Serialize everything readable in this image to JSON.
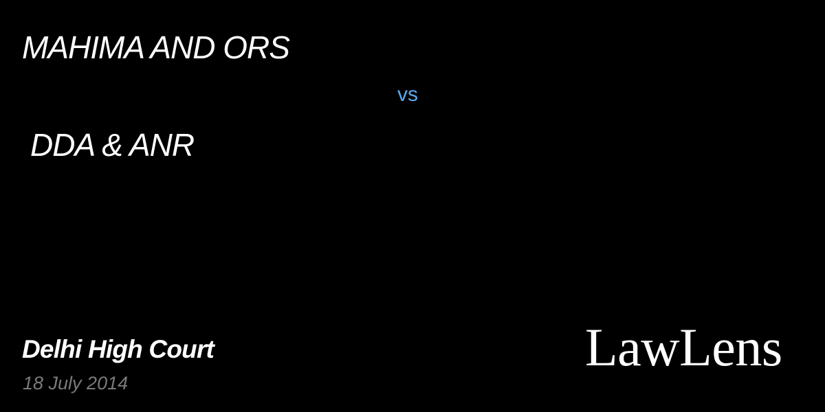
{
  "case": {
    "petitioner": "MAHIMA AND ORS",
    "separator": "vs",
    "respondent": "DDA & ANR",
    "court": "Delhi High Court",
    "date": "18 July 2014"
  },
  "brand": {
    "name": "LawLens"
  },
  "colors": {
    "background": "#000000",
    "primary_text": "#ffffff",
    "accent_vs": "#5aaaf0",
    "date_text": "#7a7a7a"
  }
}
